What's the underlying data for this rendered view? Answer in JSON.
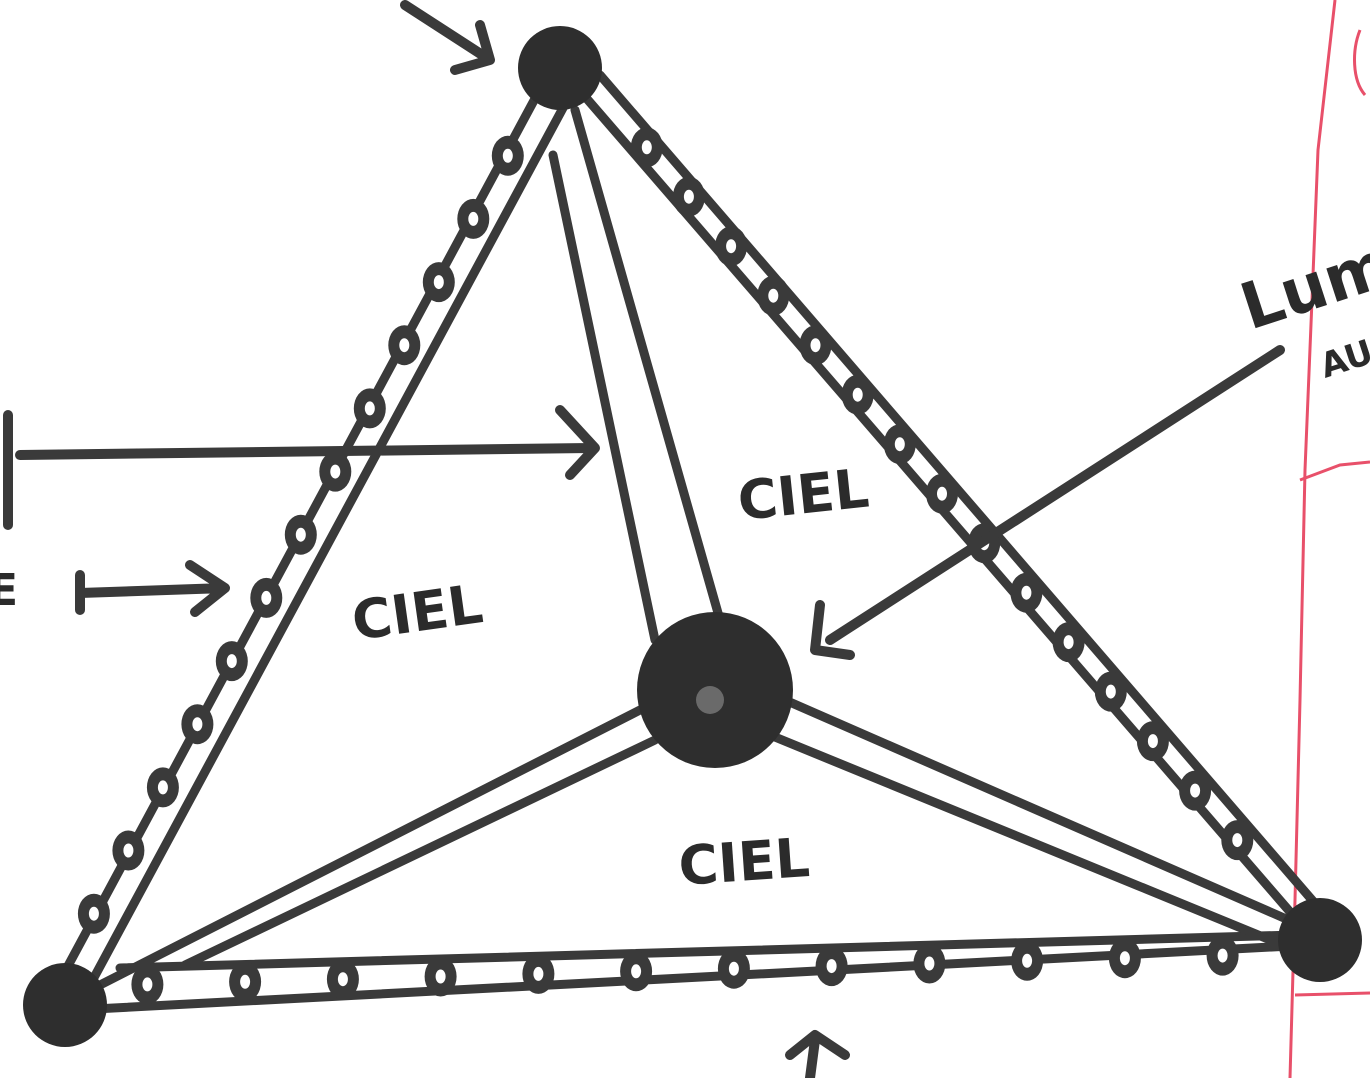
{
  "diagram": {
    "face_labels": [
      "CIEL",
      "CIEL",
      "CIEL"
    ],
    "side_label_fragment": "Lum",
    "side_label_fragment_2": "AU",
    "left_edge_glyph": "E",
    "ink_color": "#3a3a3a",
    "margin_line_color": "#e8506a"
  }
}
